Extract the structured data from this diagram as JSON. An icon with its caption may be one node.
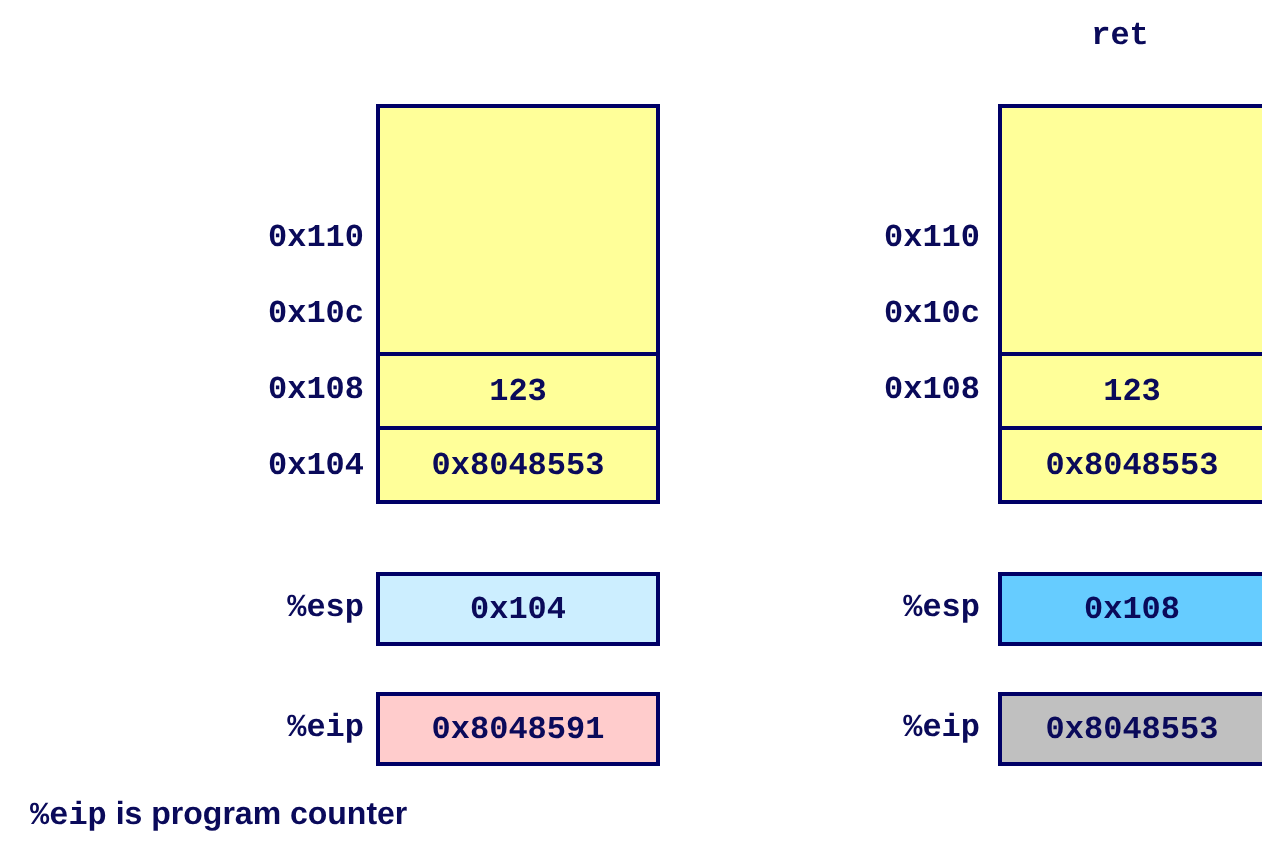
{
  "diagram": {
    "nodes": [
      {
        "text": [],
        "shape": "box"
      },
      {
        "text": [
          "123"
        ]
      },
      {
        "text": [
          "0x8048553"
        ]
      },
      {
        "text": [],
        "shape": "box"
      },
      {
        "text": [
          "123"
        ]
      },
      {
        "text": [
          "0x8048553"
        ]
      },
      {
        "text": [
          "0x104"
        ]
      },
      {
        "text": [
          "0x108"
        ]
      },
      {
        "text": [
          "0x8048591"
        ]
      },
      {
        "text": [
          "0x8048553"
        ]
      }
    ],
    "edges": [],
    "labels": [
      "ret",
      "0x110",
      "0x110",
      "0x10c",
      "0x10c",
      "0x108",
      "0x108",
      "0x104",
      "%esp",
      "%esp",
      "%eip",
      "%eip",
      "%eip is program counter"
    ]
  }
}
